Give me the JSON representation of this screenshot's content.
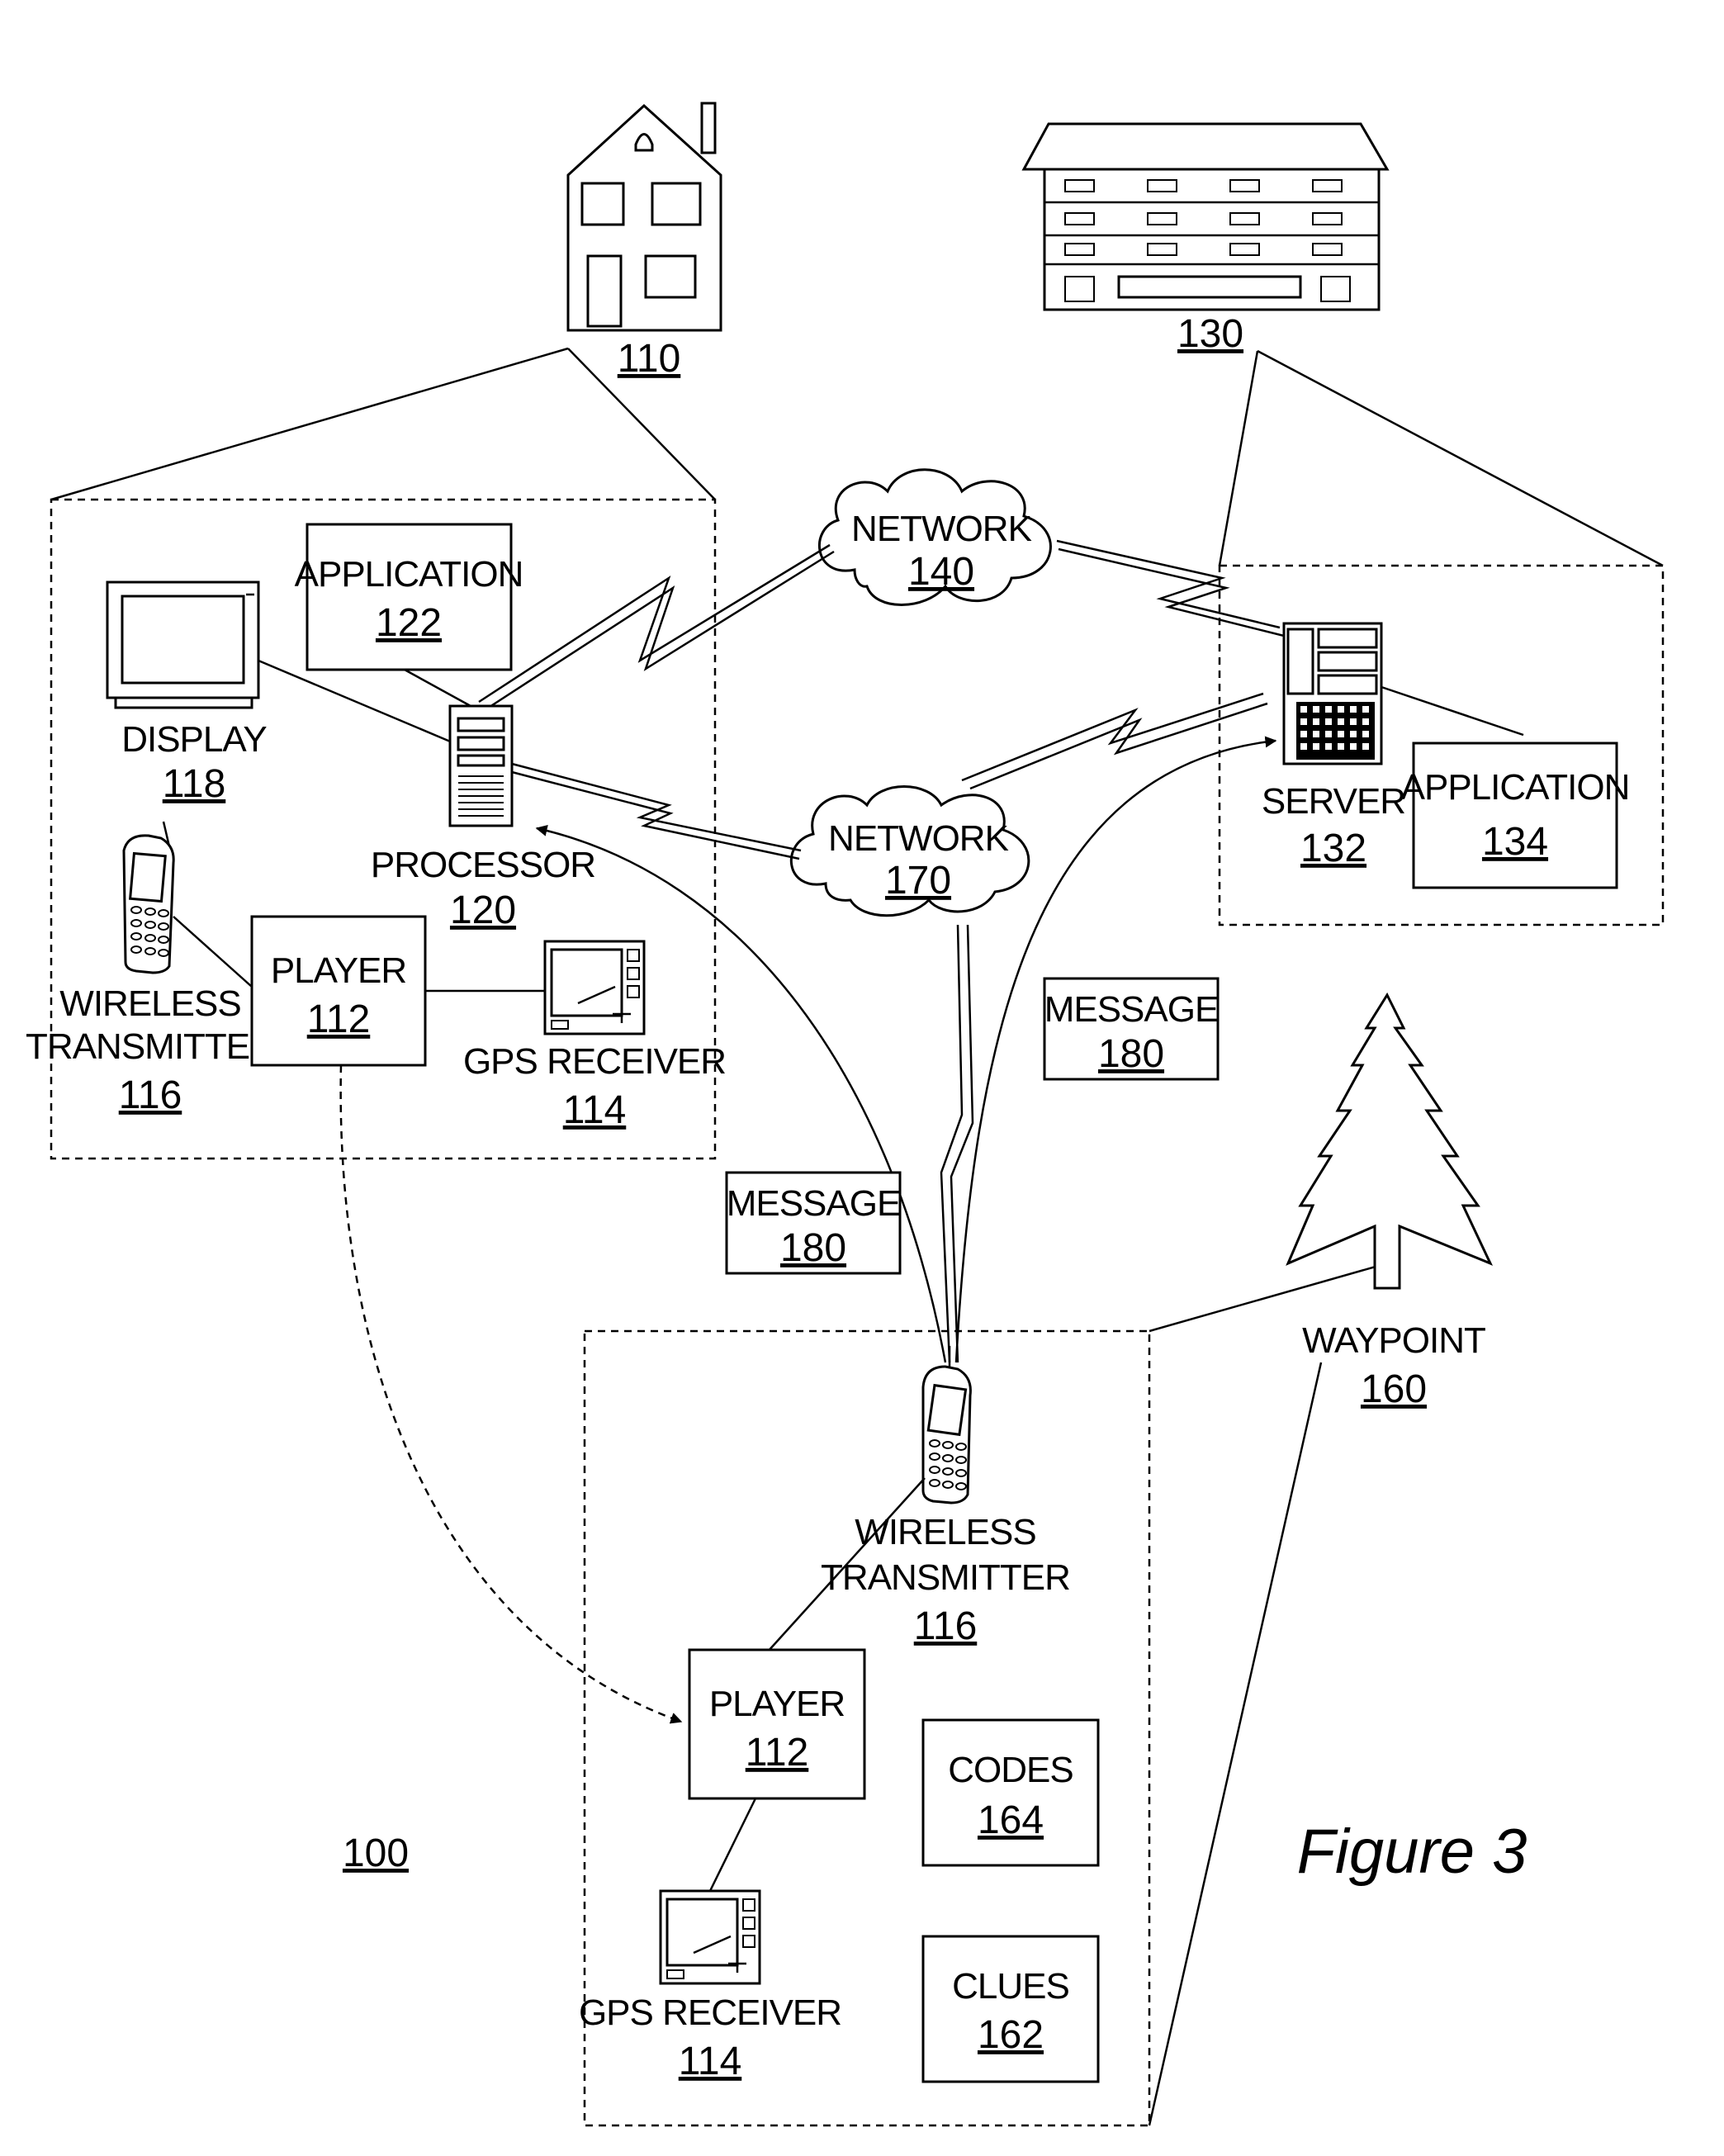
{
  "figure_title": "Figure 3",
  "system_ref": "100",
  "home": {
    "ref": "110"
  },
  "office": {
    "ref": "130"
  },
  "network_140": {
    "label": "NETWORK",
    "ref": "140"
  },
  "network_170": {
    "label": "NETWORK",
    "ref": "170"
  },
  "application_122": {
    "label": "APPLICATION",
    "ref": "122"
  },
  "display": {
    "label": "DISPLAY",
    "ref": "118"
  },
  "processor": {
    "label": "PROCESSOR",
    "ref": "120"
  },
  "wireless_home": {
    "label_line1": "WIRELESS",
    "label_line2": "TRANSMITTER",
    "ref": "116"
  },
  "player_home": {
    "label": "PLAYER",
    "ref": "112"
  },
  "gps_home": {
    "label": "GPS RECEIVER",
    "ref": "114"
  },
  "server": {
    "label": "SERVER",
    "ref": "132"
  },
  "application_134": {
    "label": "APPLICATION",
    "ref": "134"
  },
  "message_right": {
    "label": "MESSAGE",
    "ref": "180"
  },
  "message_left": {
    "label": "MESSAGE",
    "ref": "180"
  },
  "waypoint": {
    "label": "WAYPOINT",
    "ref": "160"
  },
  "wireless_field": {
    "label_line1": "WIRELESS",
    "label_line2": "TRANSMITTER",
    "ref": "116"
  },
  "player_field": {
    "label": "PLAYER",
    "ref": "112"
  },
  "codes": {
    "label": "CODES",
    "ref": "164"
  },
  "clues": {
    "label": "CLUES",
    "ref": "162"
  },
  "gps_field": {
    "label": "GPS RECEIVER",
    "ref": "114"
  }
}
